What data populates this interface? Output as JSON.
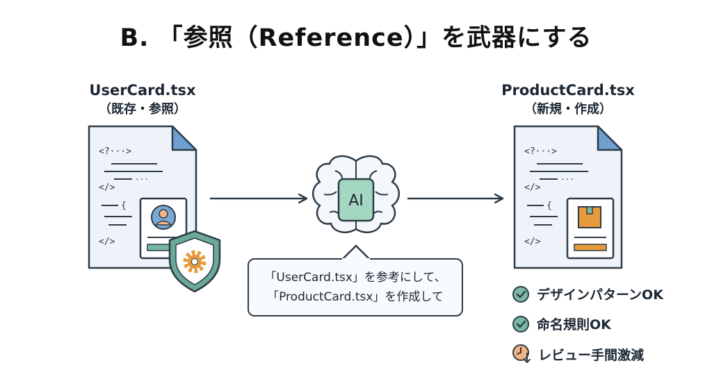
{
  "title": "B. 「参照（Reference）」を武器にする",
  "left_file": {
    "name": "UserCard.tsx",
    "sub": "（既存・参照）"
  },
  "right_file": {
    "name": "ProductCard.tsx",
    "sub": "（新規・作成）"
  },
  "code_snippets": {
    "open": "<?···>",
    "close": "</>",
    "brace": "{",
    "dots": "···"
  },
  "ai_label": "AI",
  "prompt": {
    "line1": "「UserCard.tsx」を参考にして、",
    "line2": "「ProductCard.tsx」を作成して"
  },
  "checklist": [
    {
      "icon": "check-circle-icon",
      "label": "デザインパターンOK"
    },
    {
      "icon": "check-circle-icon",
      "label": "命名規則OK"
    },
    {
      "icon": "clock-down-icon",
      "label": "レビュー手間激減"
    }
  ],
  "colors": {
    "doc_fill": "#eef3f9",
    "doc_stroke": "#2d3a46",
    "doc_fold": "#6f9fcf",
    "shield": "#6aa898",
    "gear": "#e69a3c",
    "ai_chip": "#a4d7bf",
    "check": "#79b9a4",
    "clock": "#f1b383",
    "box": "#e69a3c"
  }
}
